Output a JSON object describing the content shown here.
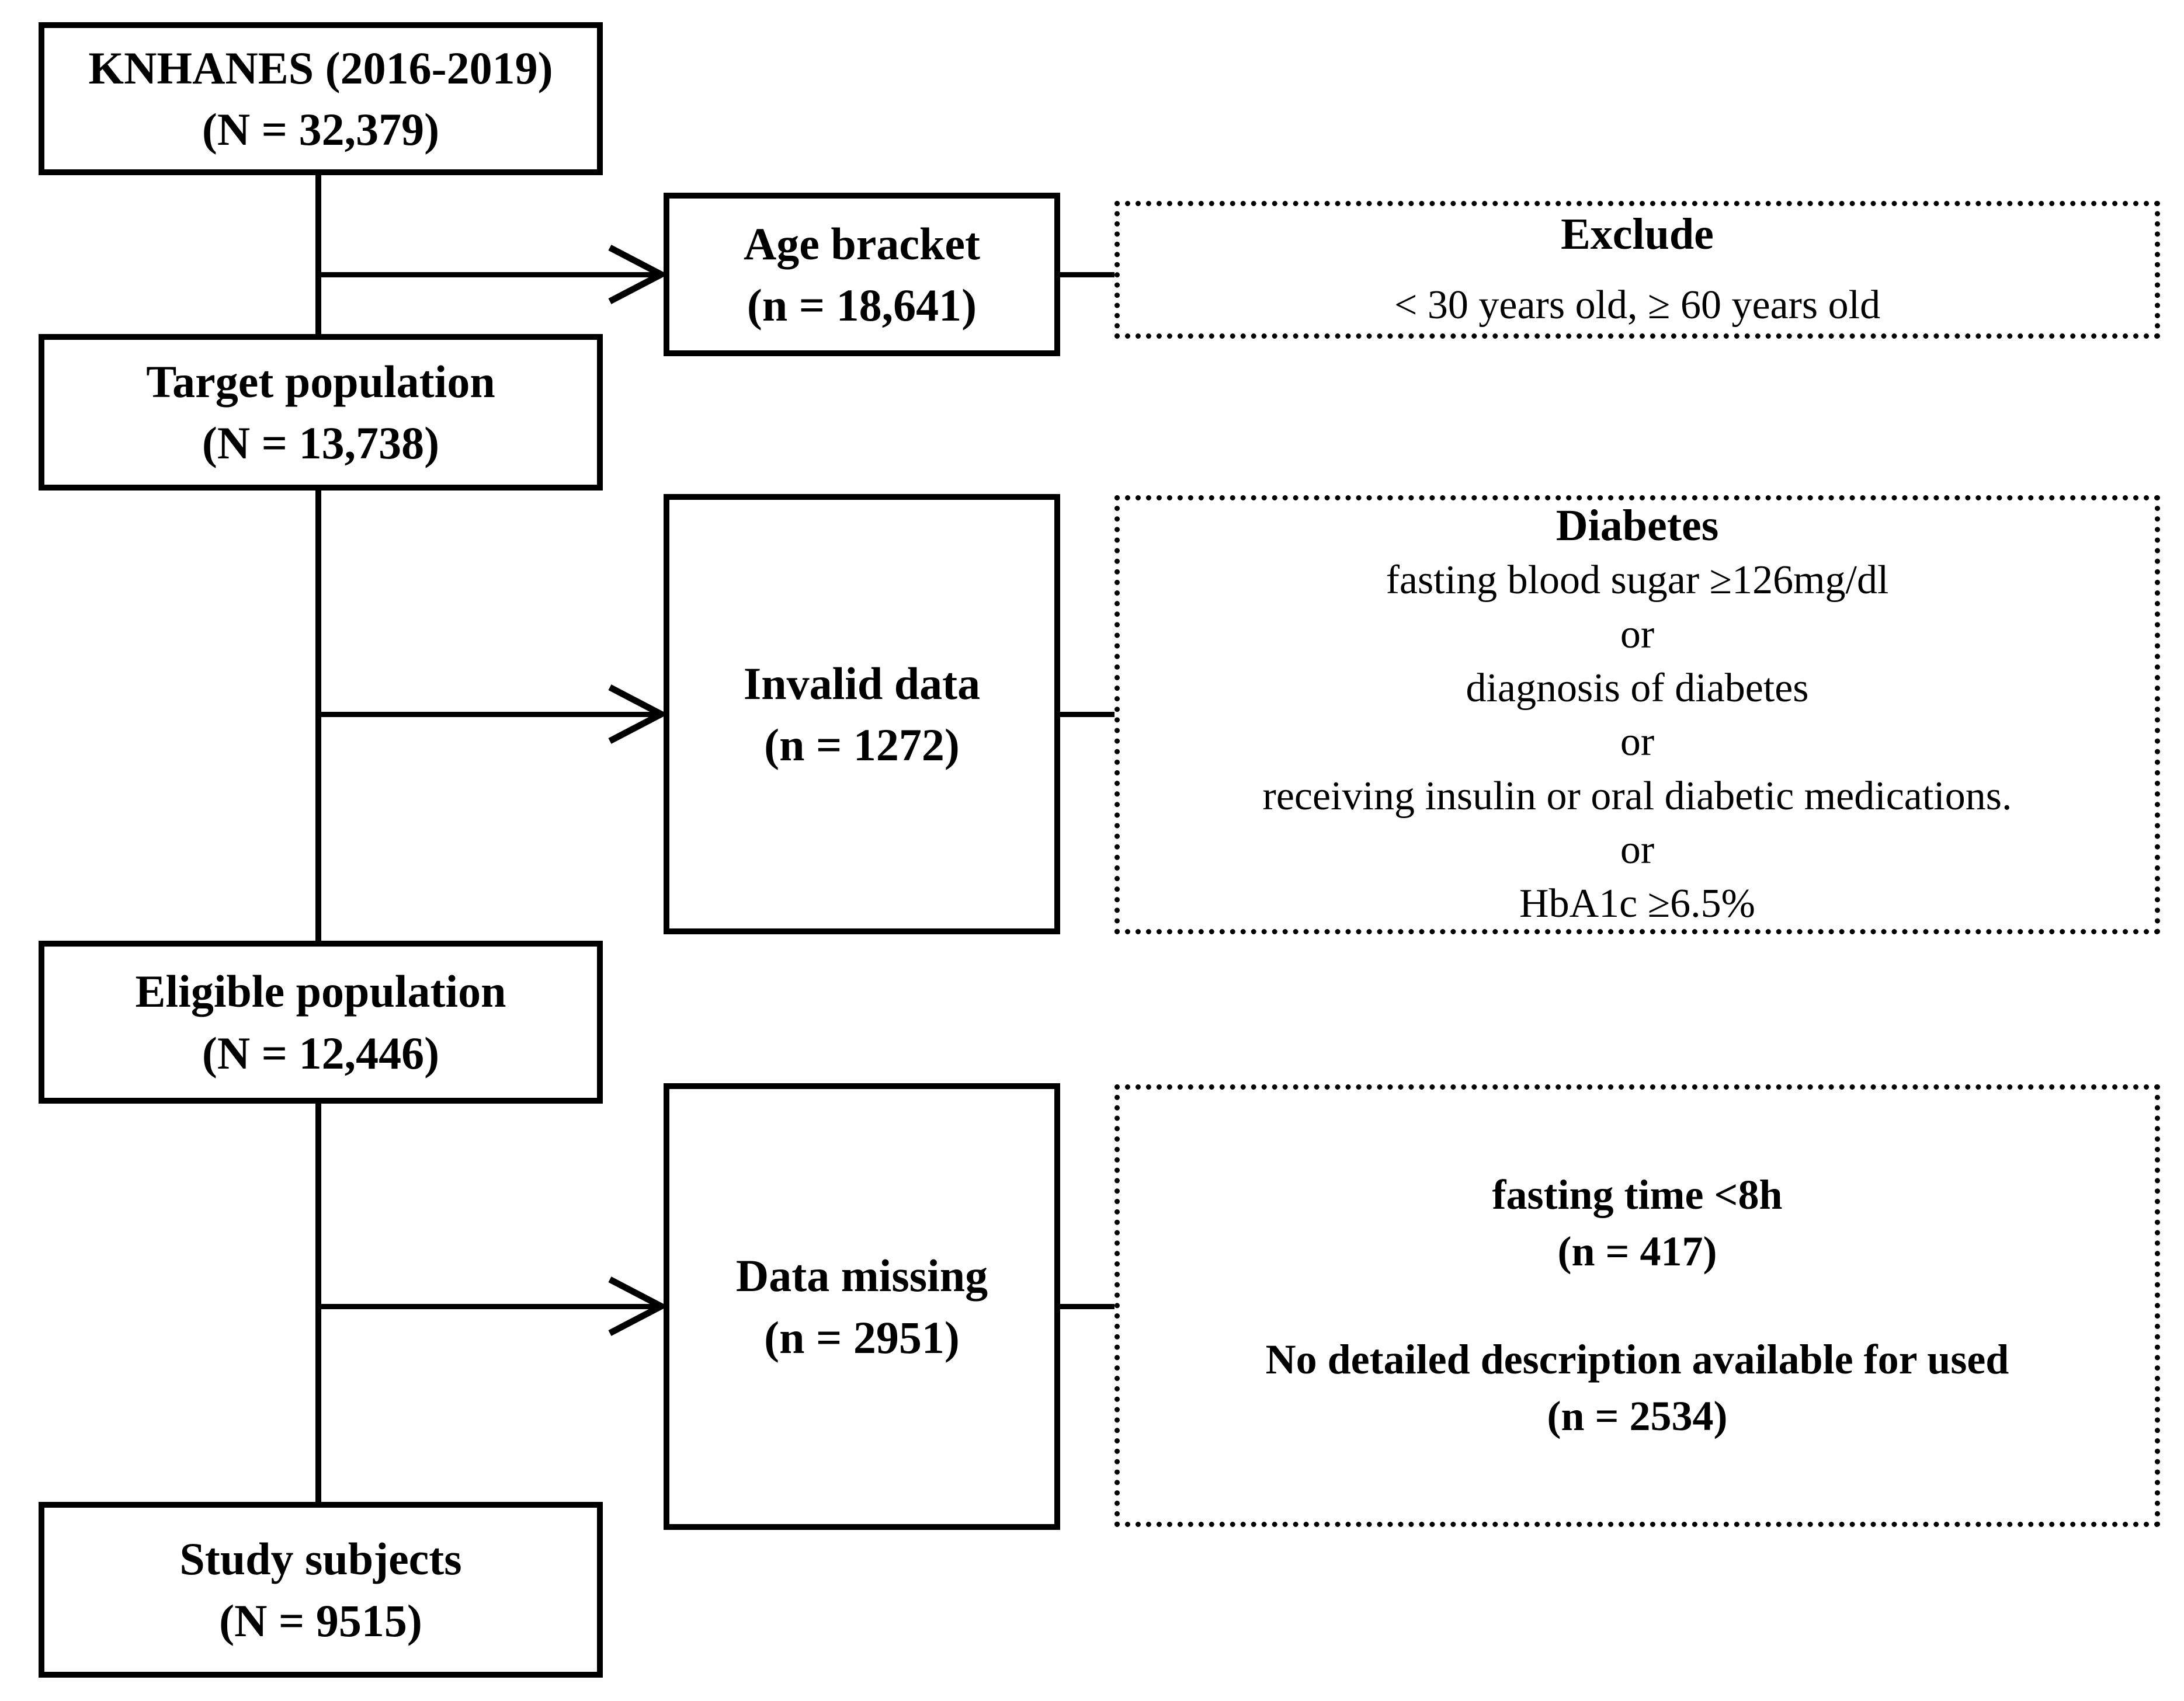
{
  "figure": {
    "background_color": "#ffffff",
    "line_color": "#000000",
    "type": "study-participant-flow-diagram"
  },
  "solid_boxes": {
    "knhanes": {
      "line1": "KNHANES (2016-2019)",
      "line2": "(N = 32,379)"
    },
    "target": {
      "line1": "Target population",
      "line2": "(N = 13,738)"
    },
    "eligible": {
      "line1": "Eligible population",
      "line2": "(N = 12,446)"
    },
    "study": {
      "line1": "Study subjects",
      "line2": "(N = 9515)"
    },
    "age_bracket": {
      "line1": "Age bracket",
      "line2": "(n = 18,641)"
    },
    "invalid": {
      "line1": "Invalid data",
      "line2": "(n = 1272)"
    },
    "missing": {
      "line1": "Data missing",
      "line2": "(n = 2951)"
    }
  },
  "dotted_boxes": {
    "exclude": {
      "title": "Exclude",
      "line1": "< 30 years old, ≥ 60 years old"
    },
    "diabetes": {
      "title": "Diabetes",
      "lines": [
        "fasting blood sugar ≥126mg/dl",
        "or",
        "diagnosis of diabetes",
        "or",
        "receiving insulin or oral diabetic medications.",
        "or",
        "HbA1c ≥6.5%"
      ]
    },
    "missing_detail": {
      "line1": "fasting time <8h",
      "line2": "(n = 417)",
      "line3": "No detailed description available for used",
      "line4": "(n = 2534)"
    }
  }
}
